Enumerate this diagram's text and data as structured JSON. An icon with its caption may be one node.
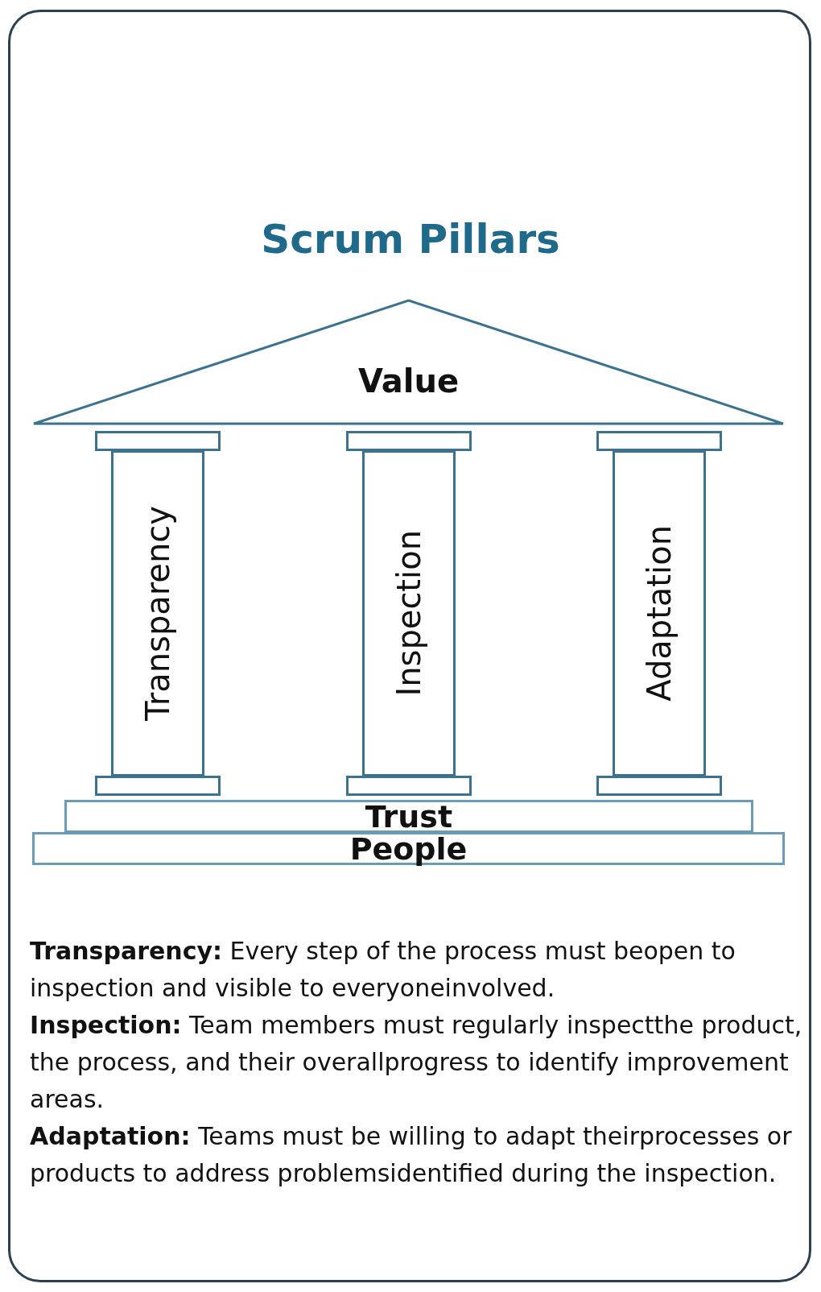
{
  "diagram": {
    "title": "Scrum Pillars",
    "nodes": [
      {
        "text": [
          "Value"
        ]
      },
      {
        "text": [
          "Transparency"
        ]
      },
      {
        "text": [
          "Inspection"
        ]
      },
      {
        "text": [
          "Adaptation"
        ]
      },
      {
        "text": [
          "Trust"
        ]
      },
      {
        "text": [
          "People"
        ]
      }
    ],
    "edges": [],
    "labels": [
      "**Transparency:** Every step of the process must beopen to inspection and visible to everyoneinvolved.",
      "**Inspection:** Team members must regularly inspectthe product, the process, and their overallprogress to identify improvement areas.",
      "**Adaptation:** Teams must be willing to adapt theirprocesses or products to address problemsidentified during the inspection."
    ]
  }
}
